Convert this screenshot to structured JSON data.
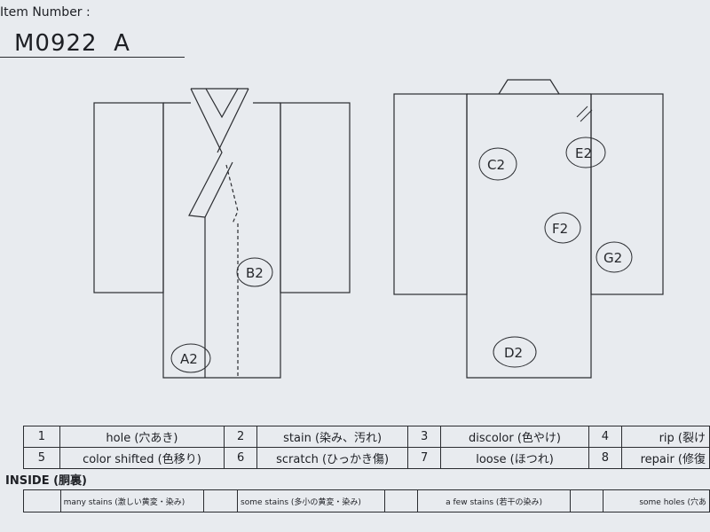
{
  "header": {
    "item_label": "Item Number :",
    "item_number": "M0922  A"
  },
  "defect_marks": {
    "front": [
      {
        "code": "A2"
      },
      {
        "code": "B2"
      }
    ],
    "back": [
      {
        "code": "C2"
      },
      {
        "code": "D2"
      },
      {
        "code": "E2"
      },
      {
        "code": "F2"
      },
      {
        "code": "G2"
      }
    ]
  },
  "legend": {
    "rows": [
      [
        {
          "num": "1",
          "label": "hole (穴あき)"
        },
        {
          "num": "2",
          "label": "stain (染み、汚れ)"
        },
        {
          "num": "3",
          "label": "discolor (色やけ)"
        },
        {
          "num": "4",
          "label": "rip (裂け"
        }
      ],
      [
        {
          "num": "5",
          "label": "color shifted (色移り)"
        },
        {
          "num": "6",
          "label": "scratch (ひっかき傷)"
        },
        {
          "num": "7",
          "label": "loose (ほつれ)"
        },
        {
          "num": "8",
          "label": "repair (修復"
        }
      ]
    ]
  },
  "inside": {
    "label": "INSIDE (胴裏)",
    "levels": [
      "many stains (激しい黄変・染み)",
      "some stains (多小の黄変・染み)",
      "a few stains (若干の染み)",
      "some holes (穴あ"
    ]
  }
}
